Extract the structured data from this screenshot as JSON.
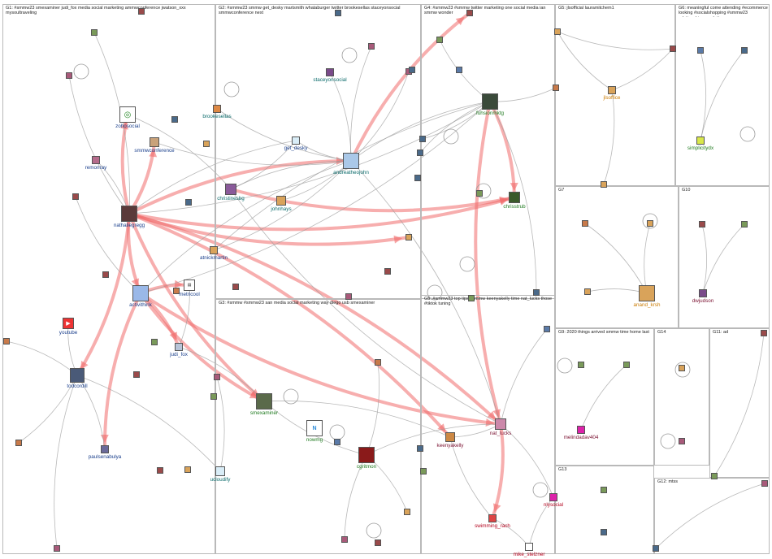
{
  "colors": {
    "background": "#ffffff",
    "group_border": "#b9b9b9",
    "edge_gray": "#9a9a9a",
    "edge_red": "#f06b6b",
    "label_blue": "#1a3f8c",
    "label_teal": "#0b6b6b",
    "label_green": "#1f7a1f",
    "label_orange": "#c97a00",
    "label_maroon": "#7a1030",
    "label_red": "#b3001b"
  },
  "groups": [
    {
      "id": "G1",
      "label": "G1: #smmw23 smexaminer judi_fox media social marketing ammwconference jwatson_xxx mysoultraveling"
    },
    {
      "id": "G2",
      "label": "G2: #smmw23 smmw get_desky martsmith whataburger twitter brookesellas staceyonsocial smmwconference next"
    },
    {
      "id": "G4",
      "label": "G4: #smmw23 #smmw twitter marketing one social media ian smmw wonder"
    },
    {
      "id": "G5",
      "label": "G5: jlsofficial lauramitchem1"
    },
    {
      "id": "G6",
      "label": "G6: meaningful come attending #ecommerce looking #socialshopping #smmw23 relationships week #smmw"
    },
    {
      "id": "G3",
      "label": "G3: #smmw #smmw23 san media social marketing way diego usb smexaminer"
    },
    {
      "id": "G5b",
      "label": "G5: #smmw23 top tips #smmw keenyakelly time nat_lucks those #tiktok tuning"
    },
    {
      "id": "G7",
      "label": "G7"
    },
    {
      "id": "G10",
      "label": "G10"
    },
    {
      "id": "G9",
      "label": "G9: 2020 things arrived smmw time home last"
    },
    {
      "id": "G14",
      "label": "G14"
    },
    {
      "id": "G11",
      "label": "G11: ad"
    },
    {
      "id": "G13",
      "label": "G13"
    },
    {
      "id": "G12",
      "label": "G12: mtss"
    }
  ],
  "labeled_nodes": [
    {
      "id": "zohosocial",
      "label": "zohosocial"
    },
    {
      "id": "smmwconference",
      "label": "smmwconference"
    },
    {
      "id": "remonray",
      "label": "remonray"
    },
    {
      "id": "nathaliegregg",
      "label": "nathaliegregg"
    },
    {
      "id": "metricool",
      "label": "metricool"
    },
    {
      "id": "activithink",
      "label": "activithink"
    },
    {
      "id": "youtube",
      "label": "youtube"
    },
    {
      "id": "todcordill",
      "label": "todcordill"
    },
    {
      "id": "judi_fox",
      "label": "judi_fox"
    },
    {
      "id": "paulsenabulya",
      "label": "paulsenabulya"
    },
    {
      "id": "ucloudify",
      "label": "ucloudify"
    },
    {
      "id": "brookesellas",
      "label": "brookesellas"
    },
    {
      "id": "christinesbg",
      "label": "christinesbg"
    },
    {
      "id": "johnhays",
      "label": "johnhays"
    },
    {
      "id": "atnickmartin",
      "label": "atnickmartin"
    },
    {
      "id": "staceyonsocial",
      "label": "staceyonsocial"
    },
    {
      "id": "get_desky",
      "label": "get_desky"
    },
    {
      "id": "andreatheojohn",
      "label": "andreatheojohn"
    },
    {
      "id": "fuhsionmktg",
      "label": "fuhsionmktg"
    },
    {
      "id": "chrisstrub",
      "label": "chrisstrub"
    },
    {
      "id": "jlsoffice",
      "label": "jlsoffice"
    },
    {
      "id": "simplicitydx",
      "label": "simplicitydx"
    },
    {
      "id": "anand_ksh",
      "label": "anand_krsh"
    },
    {
      "id": "dwjudson",
      "label": "dwjudson"
    },
    {
      "id": "smexaminer",
      "label": "smexaminer"
    },
    {
      "id": "nowmg",
      "label": "nowmg"
    },
    {
      "id": "cgritmon",
      "label": "cgritmon"
    },
    {
      "id": "keenyakelly",
      "label": "keenyakelly"
    },
    {
      "id": "nat_lucks",
      "label": "nat_lucks"
    },
    {
      "id": "nlysocial",
      "label": "nlysocial"
    },
    {
      "id": "swimming_rach",
      "label": "swimming_rach"
    },
    {
      "id": "mike_stelzner",
      "label": "mike_stelzner"
    },
    {
      "id": "melindadav404",
      "label": "melindadav404"
    }
  ],
  "icons": {
    "zohosocial": "zoho-social-logo",
    "metricool": "metricool-logo",
    "youtube": "youtube-play-icon",
    "nowmg": "nowmg-logo"
  }
}
